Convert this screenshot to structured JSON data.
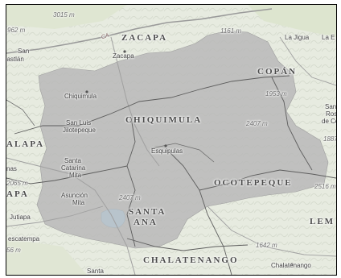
{
  "map": {
    "departments": [
      {
        "name": "ZACAPA"
      },
      {
        "name": "COPÁN"
      },
      {
        "name": "CHIQUIMULA"
      },
      {
        "name": "ALAPA"
      },
      {
        "name": "APA"
      },
      {
        "name": "OCOTEPEQUE"
      },
      {
        "name": "SANTA"
      },
      {
        "name": "ANA"
      },
      {
        "name": "LEM"
      },
      {
        "name": "CHALATENANGO"
      }
    ],
    "towns": [
      {
        "name": "San"
      },
      {
        "name": "Cristóbal Acasaguastlán"
      },
      {
        "name": "Zacapa"
      },
      {
        "name": "La Jigua"
      },
      {
        "name": "La E"
      },
      {
        "name": "Chiquimula"
      },
      {
        "name": "San Luis"
      },
      {
        "name": "Jilotepeque"
      },
      {
        "name": "Esquipulas"
      },
      {
        "name": "Santa"
      },
      {
        "name": "Catarina"
      },
      {
        "name": "Mita"
      },
      {
        "name": "Asunción"
      },
      {
        "name": "Mita"
      },
      {
        "name": "Jutiapa"
      },
      {
        "name": "escatempa"
      },
      {
        "name": "Santa"
      },
      {
        "name": "Chalatenango"
      },
      {
        "name": "Sant"
      },
      {
        "name": "Ros"
      },
      {
        "name": "de Cop"
      },
      {
        "name": "nas"
      }
    ],
    "elevations": [
      {
        "label": "3015 m"
      },
      {
        "label": "962 m"
      },
      {
        "label": "1161 m"
      },
      {
        "label": "1953 m"
      },
      {
        "label": "2407 m"
      },
      {
        "label": "1887"
      },
      {
        "label": "2065 m"
      },
      {
        "label": "2407 m"
      },
      {
        "label": "2516 m"
      },
      {
        "label": "1642 m"
      },
      {
        "label": "56 m"
      }
    ],
    "road_label": "CA",
    "colors": {
      "terrain": "#e7ebe0",
      "highlight": "#b9b9b9",
      "border": "#5d5d5d",
      "road": "#9a9a9a",
      "water": "#b8c4cc"
    }
  }
}
